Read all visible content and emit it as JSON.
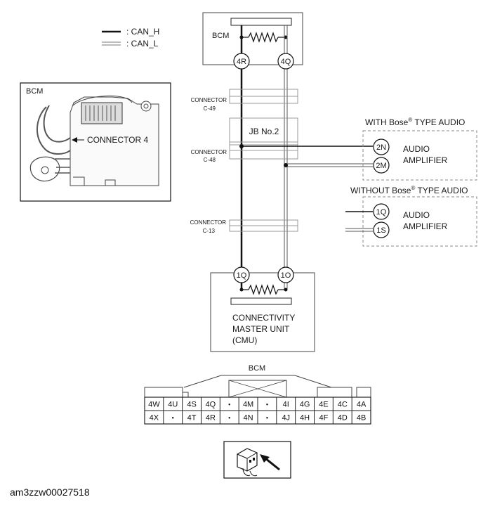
{
  "legend": {
    "can_h": ": CAN_H",
    "can_l": ": CAN_L"
  },
  "bcm": {
    "label": "BCM",
    "pin_left": "4R",
    "pin_right": "4Q"
  },
  "bcm_photo": {
    "label": "BCM",
    "connector_label": "CONNECTOR 4"
  },
  "connectors": {
    "c49": {
      "line1": "CONNECTOR",
      "line2": "C-49"
    },
    "c48": {
      "line1": "CONNECTOR",
      "line2": "C-48"
    },
    "c13": {
      "line1": "CONNECTOR",
      "line2": "C-13"
    }
  },
  "junction_box": "JB No.2",
  "with_bose": {
    "title_prefix": "WITH Bose",
    "title_suffix": " TYPE AUDIO",
    "reg": "®",
    "pin_top": "2N",
    "pin_bottom": "2M",
    "line1": "AUDIO",
    "line2": "AMPLIFIER"
  },
  "without_bose": {
    "title_prefix": "WITHOUT Bose",
    "title_suffix": " TYPE AUDIO",
    "reg": "®",
    "pin_top": "1Q",
    "pin_bottom": "1S",
    "line1": "AUDIO",
    "line2": "AMPLIFIER"
  },
  "cmu": {
    "pin_left": "1Q",
    "pin_right": "1O",
    "line1": "CONNECTIVITY",
    "line2": "MASTER UNIT",
    "line3": "(CMU)"
  },
  "connector_face": {
    "label": "BCM",
    "row1": [
      "4W",
      "4U",
      "4S",
      "4Q",
      "•",
      "4M",
      "•",
      "4I",
      "4G",
      "4E",
      "4C",
      "4A"
    ],
    "row2": [
      "4X",
      "•",
      "4T",
      "4R",
      "•",
      "4N",
      "•",
      "4J",
      "4H",
      "4F",
      "4D",
      "4B"
    ]
  },
  "footer_id": "am3zzw00027518"
}
